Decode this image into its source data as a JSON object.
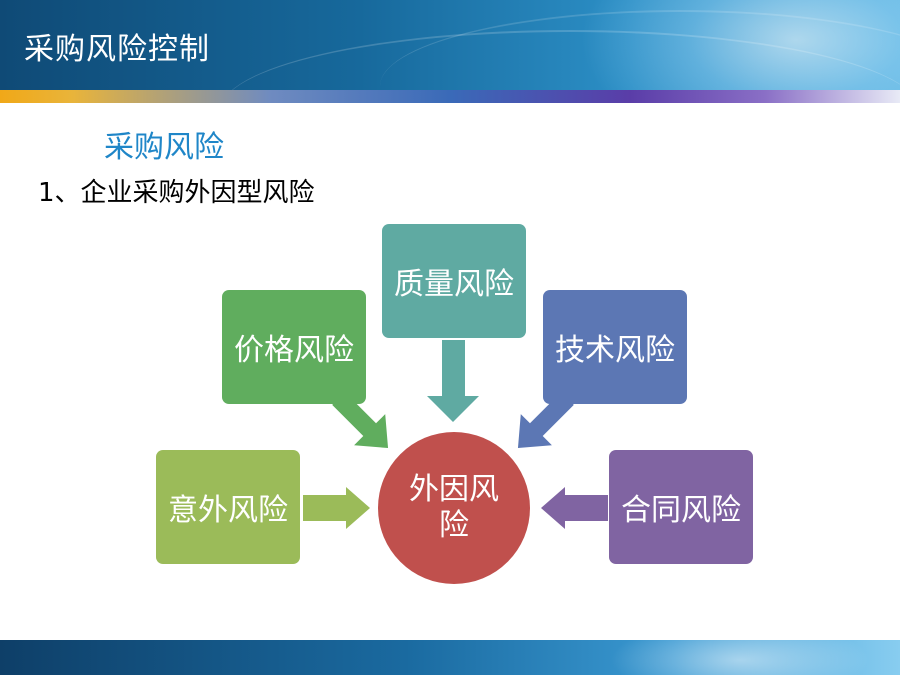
{
  "header": {
    "title": "采购风险控制"
  },
  "slide": {
    "subtitle": "采购风险",
    "lead": "1、企业采购外因型风险"
  },
  "diagram": {
    "center": "外因风险",
    "nodes": {
      "quality": "质量风险",
      "price": "价格风险",
      "technology": "技术风险",
      "accident": "意外风险",
      "contract": "合同风险"
    }
  },
  "colors": {
    "quality": "#5faaa2",
    "price": "#60ad5e",
    "technology": "#5c77b4",
    "accident": "#9bbb59",
    "contract": "#8064a2",
    "center": "#c0504d",
    "subtitle": "#1f86c8"
  }
}
